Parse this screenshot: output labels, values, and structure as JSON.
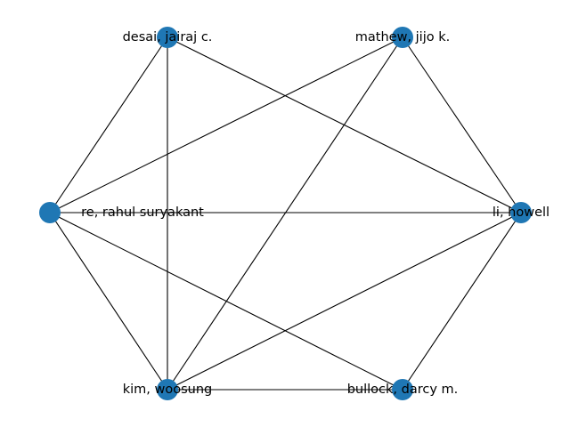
{
  "graph": {
    "node_color": "#1f77b4",
    "edge_color": "#000000",
    "nodes": [
      {
        "id": "desai",
        "label": "desai, jairaj c."
      },
      {
        "id": "mathew",
        "label": "mathew, jijo k."
      },
      {
        "id": "rahul",
        "label": "re, rahul suryakant"
      },
      {
        "id": "li",
        "label": "li, howell"
      },
      {
        "id": "kim",
        "label": "kim, woosung"
      },
      {
        "id": "bullock",
        "label": "bullock, darcy m."
      }
    ],
    "edges": [
      [
        "desai",
        "rahul"
      ],
      [
        "desai",
        "kim"
      ],
      [
        "desai",
        "li"
      ],
      [
        "mathew",
        "rahul"
      ],
      [
        "mathew",
        "kim"
      ],
      [
        "mathew",
        "li"
      ],
      [
        "rahul",
        "li"
      ],
      [
        "rahul",
        "kim"
      ],
      [
        "rahul",
        "bullock"
      ],
      [
        "li",
        "kim"
      ],
      [
        "li",
        "bullock"
      ],
      [
        "kim",
        "bullock"
      ]
    ]
  }
}
